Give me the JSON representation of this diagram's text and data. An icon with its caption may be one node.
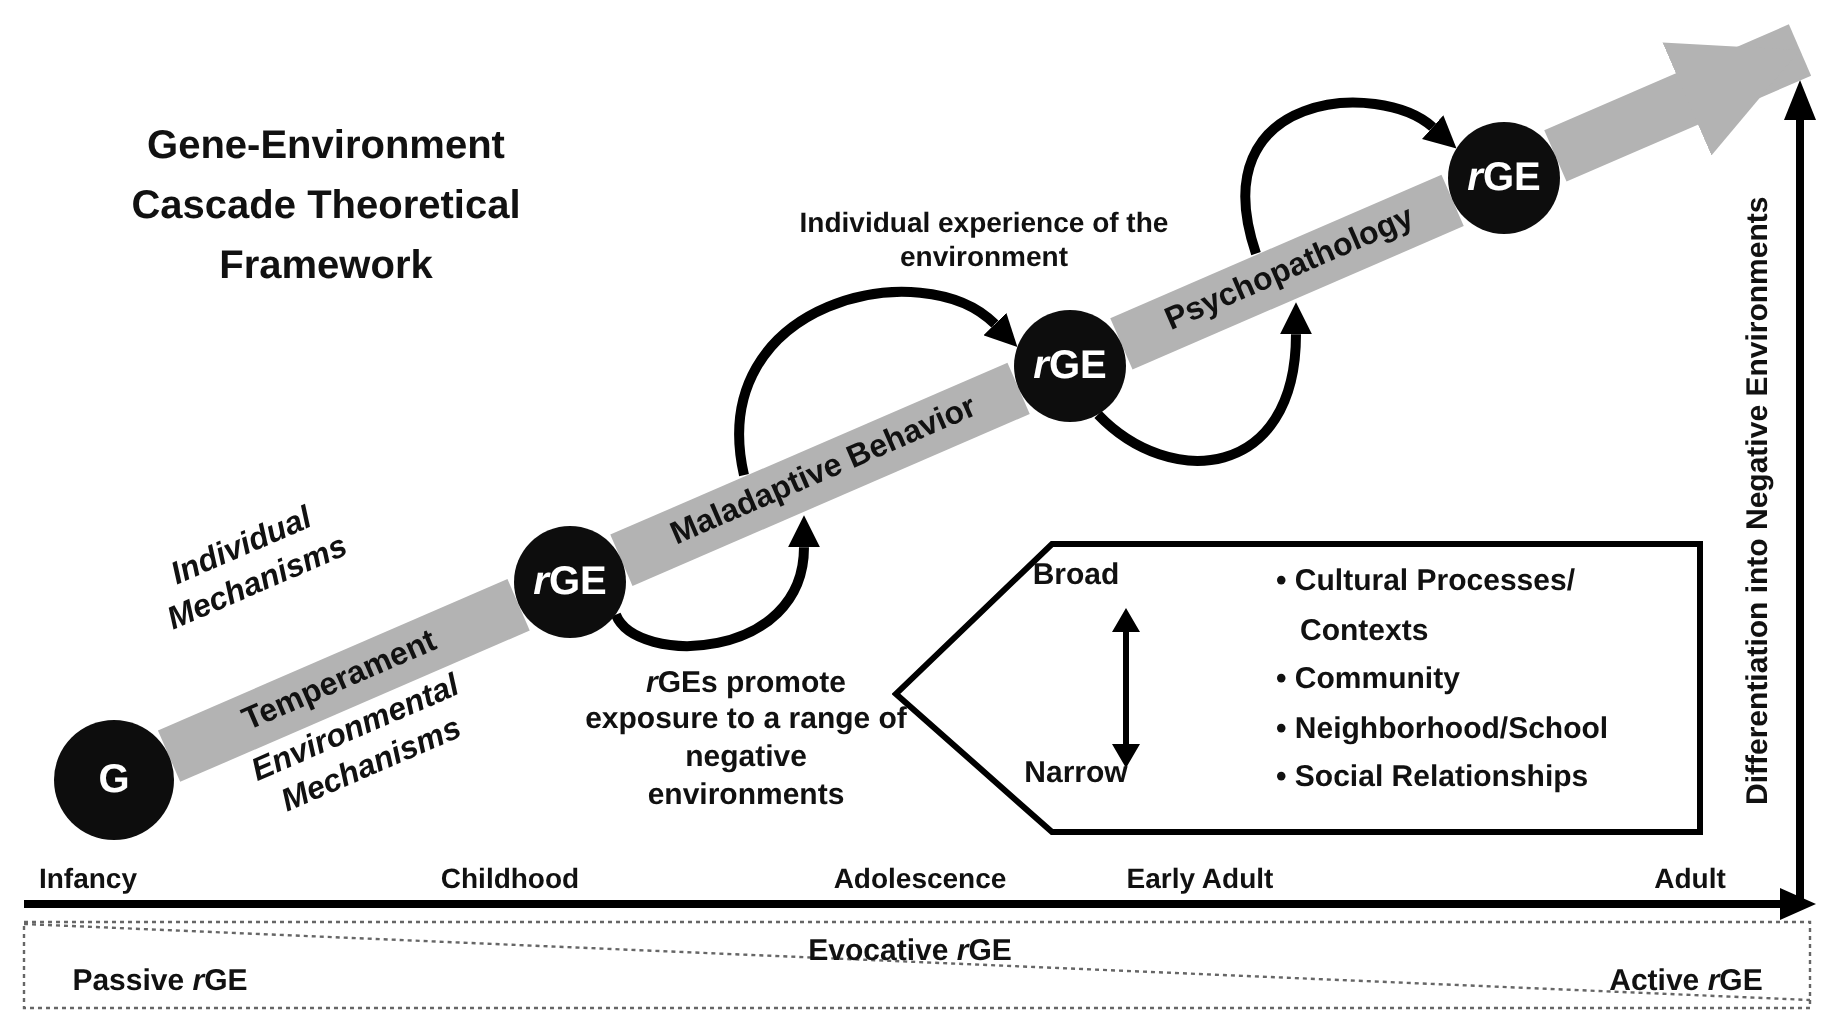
{
  "diagram": {
    "title": "Gene-Environment Cascade Theoretical Framework",
    "nodes": [
      {
        "text": [
          "G"
        ]
      },
      {
        "text": [
          "rGE"
        ]
      },
      {
        "text": [
          "rGE"
        ]
      },
      {
        "text": [
          "rGE"
        ]
      },
      {
        "text": [
          "Broad",
          "Narrow",
          "• Cultural Processes/ Contexts",
          "• Community",
          "• Neighborhood/School",
          "• Social Relationships"
        ]
      }
    ],
    "edges": [
      {
        "from": 0,
        "to": 1,
        "arrow": "none",
        "label": "Temperament",
        "style": "thick",
        "color": "#b3b3b3"
      },
      {
        "from": 1,
        "to": 2,
        "arrow": "none",
        "label": "Maladaptive Behavior",
        "style": "thick",
        "color": "#b3b3b3"
      },
      {
        "from": 2,
        "to": 3,
        "arrow": "none",
        "label": "Psychopathology",
        "style": "thick",
        "color": "#b3b3b3"
      },
      {
        "from": 3,
        "to": null,
        "arrow": "to",
        "style": "thick",
        "color": "#b3b3b3"
      },
      {
        "from": 1,
        "to": null,
        "arrow": "to",
        "color": "#000000"
      },
      {
        "from": null,
        "to": 2,
        "arrow": "to",
        "color": "#000000"
      },
      {
        "from": 2,
        "to": null,
        "arrow": "to",
        "color": "#000000"
      },
      {
        "from": null,
        "to": 3,
        "arrow": "to",
        "color": "#000000"
      }
    ],
    "labels": [
      "Individual experience of the environment",
      "Individual Mechanisms",
      "Environmental Mechanisms",
      "rGEs promote exposure to a range of negative environments",
      "Infancy",
      "Childhood",
      "Adolescence",
      "Early Adult",
      "Adult",
      "Differentiation into Negative Environments",
      "Evocative rGE",
      "Passive rGE",
      "Active rGE"
    ]
  }
}
